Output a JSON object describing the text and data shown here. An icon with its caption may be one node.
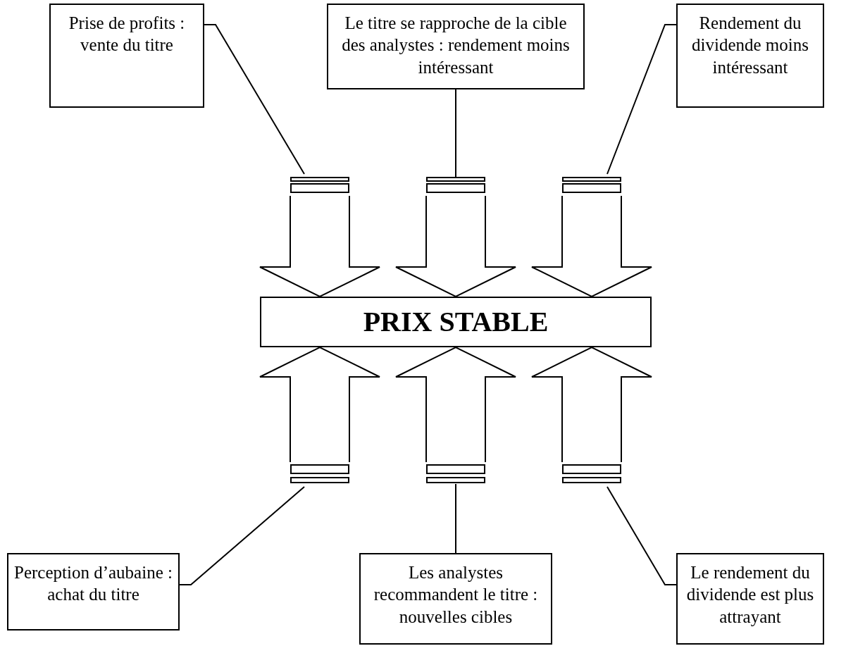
{
  "diagram": {
    "nodes": [
      {
        "text": [
          "Prise de profits : vente du titre"
        ]
      },
      {
        "text": [
          "Le titre se rapproche de la cible des analystes : rendement moins intéressant"
        ]
      },
      {
        "text": [
          "Rendement du dividende moins intéressant"
        ]
      },
      {
        "text": [],
        "shape": "bar"
      },
      {
        "text": [],
        "shape": "bar"
      },
      {
        "text": [],
        "shape": "bar"
      },
      {
        "text": [
          "PRIX STABLE"
        ]
      },
      {
        "text": [],
        "shape": "bar"
      },
      {
        "text": [],
        "shape": "bar"
      },
      {
        "text": [],
        "shape": "bar"
      },
      {
        "text": [
          "Perception d’aubaine : achat du titre"
        ]
      },
      {
        "text": [
          "Les analystes recommandent le titre : nouvelles cibles"
        ]
      },
      {
        "text": [
          "Le rendement du dividende est plus attrayant"
        ]
      }
    ],
    "edges": [
      {
        "from": 0,
        "to": 3,
        "arrow": "none"
      },
      {
        "from": 1,
        "to": 4,
        "arrow": "none"
      },
      {
        "from": 2,
        "to": 5,
        "arrow": "none"
      },
      {
        "from": 3,
        "to": 6,
        "arrow": "to",
        "style": "thick"
      },
      {
        "from": 4,
        "to": 6,
        "arrow": "to",
        "style": "thick"
      },
      {
        "from": 5,
        "to": 6,
        "arrow": "to",
        "style": "thick"
      },
      {
        "from": 7,
        "to": 6,
        "arrow": "to",
        "style": "thick"
      },
      {
        "from": 8,
        "to": 6,
        "arrow": "to",
        "style": "thick"
      },
      {
        "from": 9,
        "to": 6,
        "arrow": "to",
        "style": "thick"
      },
      {
        "from": 10,
        "to": 7,
        "arrow": "none"
      },
      {
        "from": 11,
        "to": 8,
        "arrow": "none"
      },
      {
        "from": 12,
        "to": 9,
        "arrow": "none"
      }
    ]
  }
}
